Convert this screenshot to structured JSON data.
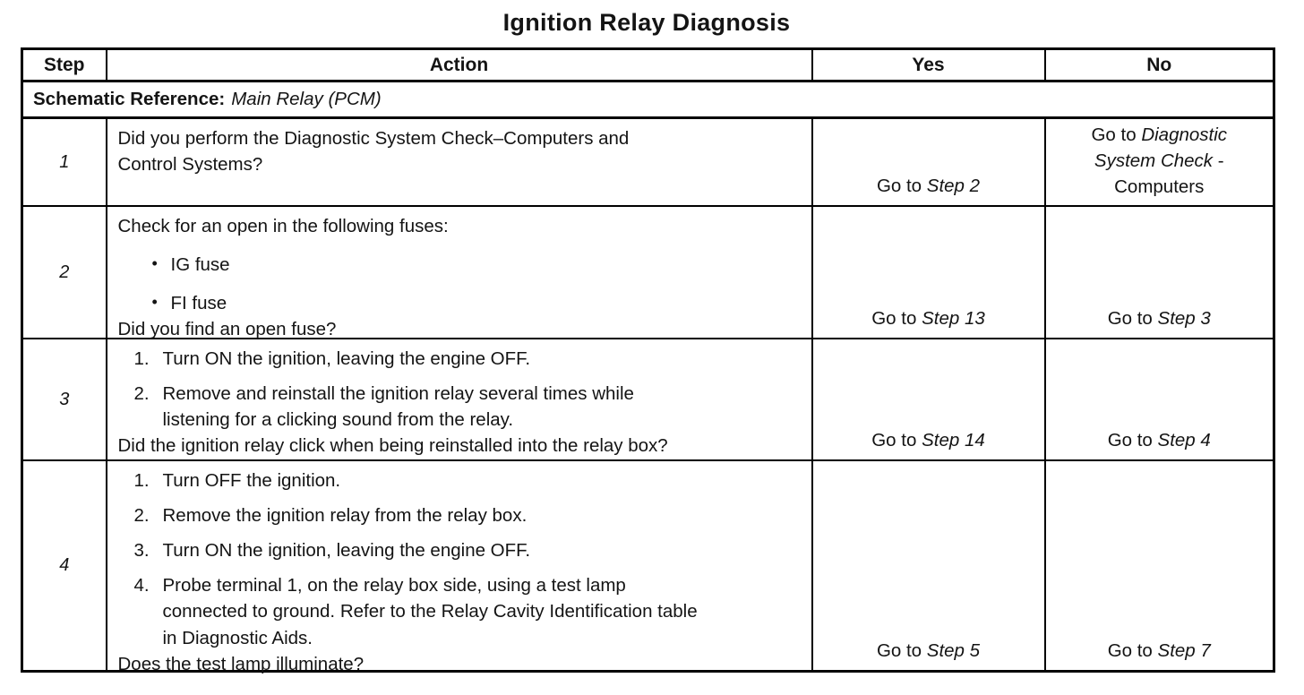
{
  "title": "Ignition Relay Diagnosis",
  "table": {
    "headers": {
      "step": "Step",
      "action": "Action",
      "yes": "Yes",
      "no": "No"
    },
    "schematic_reference": {
      "label": "Schematic Reference:",
      "value": "Main Relay (PCM)"
    },
    "rows": [
      {
        "step": "1",
        "intro": "Did you perform the Diagnostic System Check–Computers and Control Systems?",
        "yes": {
          "pre": "Go to ",
          "italic": "Step 2",
          "post": ""
        },
        "no": {
          "pre": "Go to ",
          "italic": "Diagnostic System Check",
          "post": " - Computers"
        }
      },
      {
        "step": "2",
        "intro": "Check for an open in the following fuses:",
        "bullets": [
          {
            "marker": "•",
            "text": "IG fuse"
          },
          {
            "marker": "•",
            "text": "FI fuse"
          }
        ],
        "question": "Did you find an open fuse?",
        "yes": {
          "pre": "Go to ",
          "italic": "Step 13",
          "post": ""
        },
        "no": {
          "pre": "Go to ",
          "italic": "Step 3",
          "post": ""
        }
      },
      {
        "step": "3",
        "numbered": [
          {
            "marker": "1.",
            "text": "Turn ON the ignition, leaving the engine OFF."
          },
          {
            "marker": "2.",
            "text": "Remove and reinstall the ignition relay several times while listening for a clicking sound from the relay."
          }
        ],
        "question": "Did the ignition relay click when being reinstalled into the relay box?",
        "yes": {
          "pre": "Go to ",
          "italic": "Step 14",
          "post": ""
        },
        "no": {
          "pre": "Go to ",
          "italic": "Step 4",
          "post": ""
        }
      },
      {
        "step": "4",
        "numbered": [
          {
            "marker": "1.",
            "text": "Turn OFF the ignition."
          },
          {
            "marker": "2.",
            "text": "Remove the ignition relay from the relay box."
          },
          {
            "marker": "3.",
            "text": "Turn ON the ignition, leaving the engine OFF."
          },
          {
            "marker": "4.",
            "text": "Probe terminal 1, on the relay box side, using a test lamp connected to ground. Refer to the Relay Cavity Identification table in Diagnostic Aids."
          }
        ],
        "question": "Does the test lamp illuminate?",
        "yes": {
          "pre": "Go to ",
          "italic": "Step 5",
          "post": ""
        },
        "no": {
          "pre": "Go to ",
          "italic": "Step 7",
          "post": ""
        }
      }
    ]
  },
  "colors": {
    "ink": "#141414",
    "paper": "#ffffff",
    "border": "#000000"
  }
}
